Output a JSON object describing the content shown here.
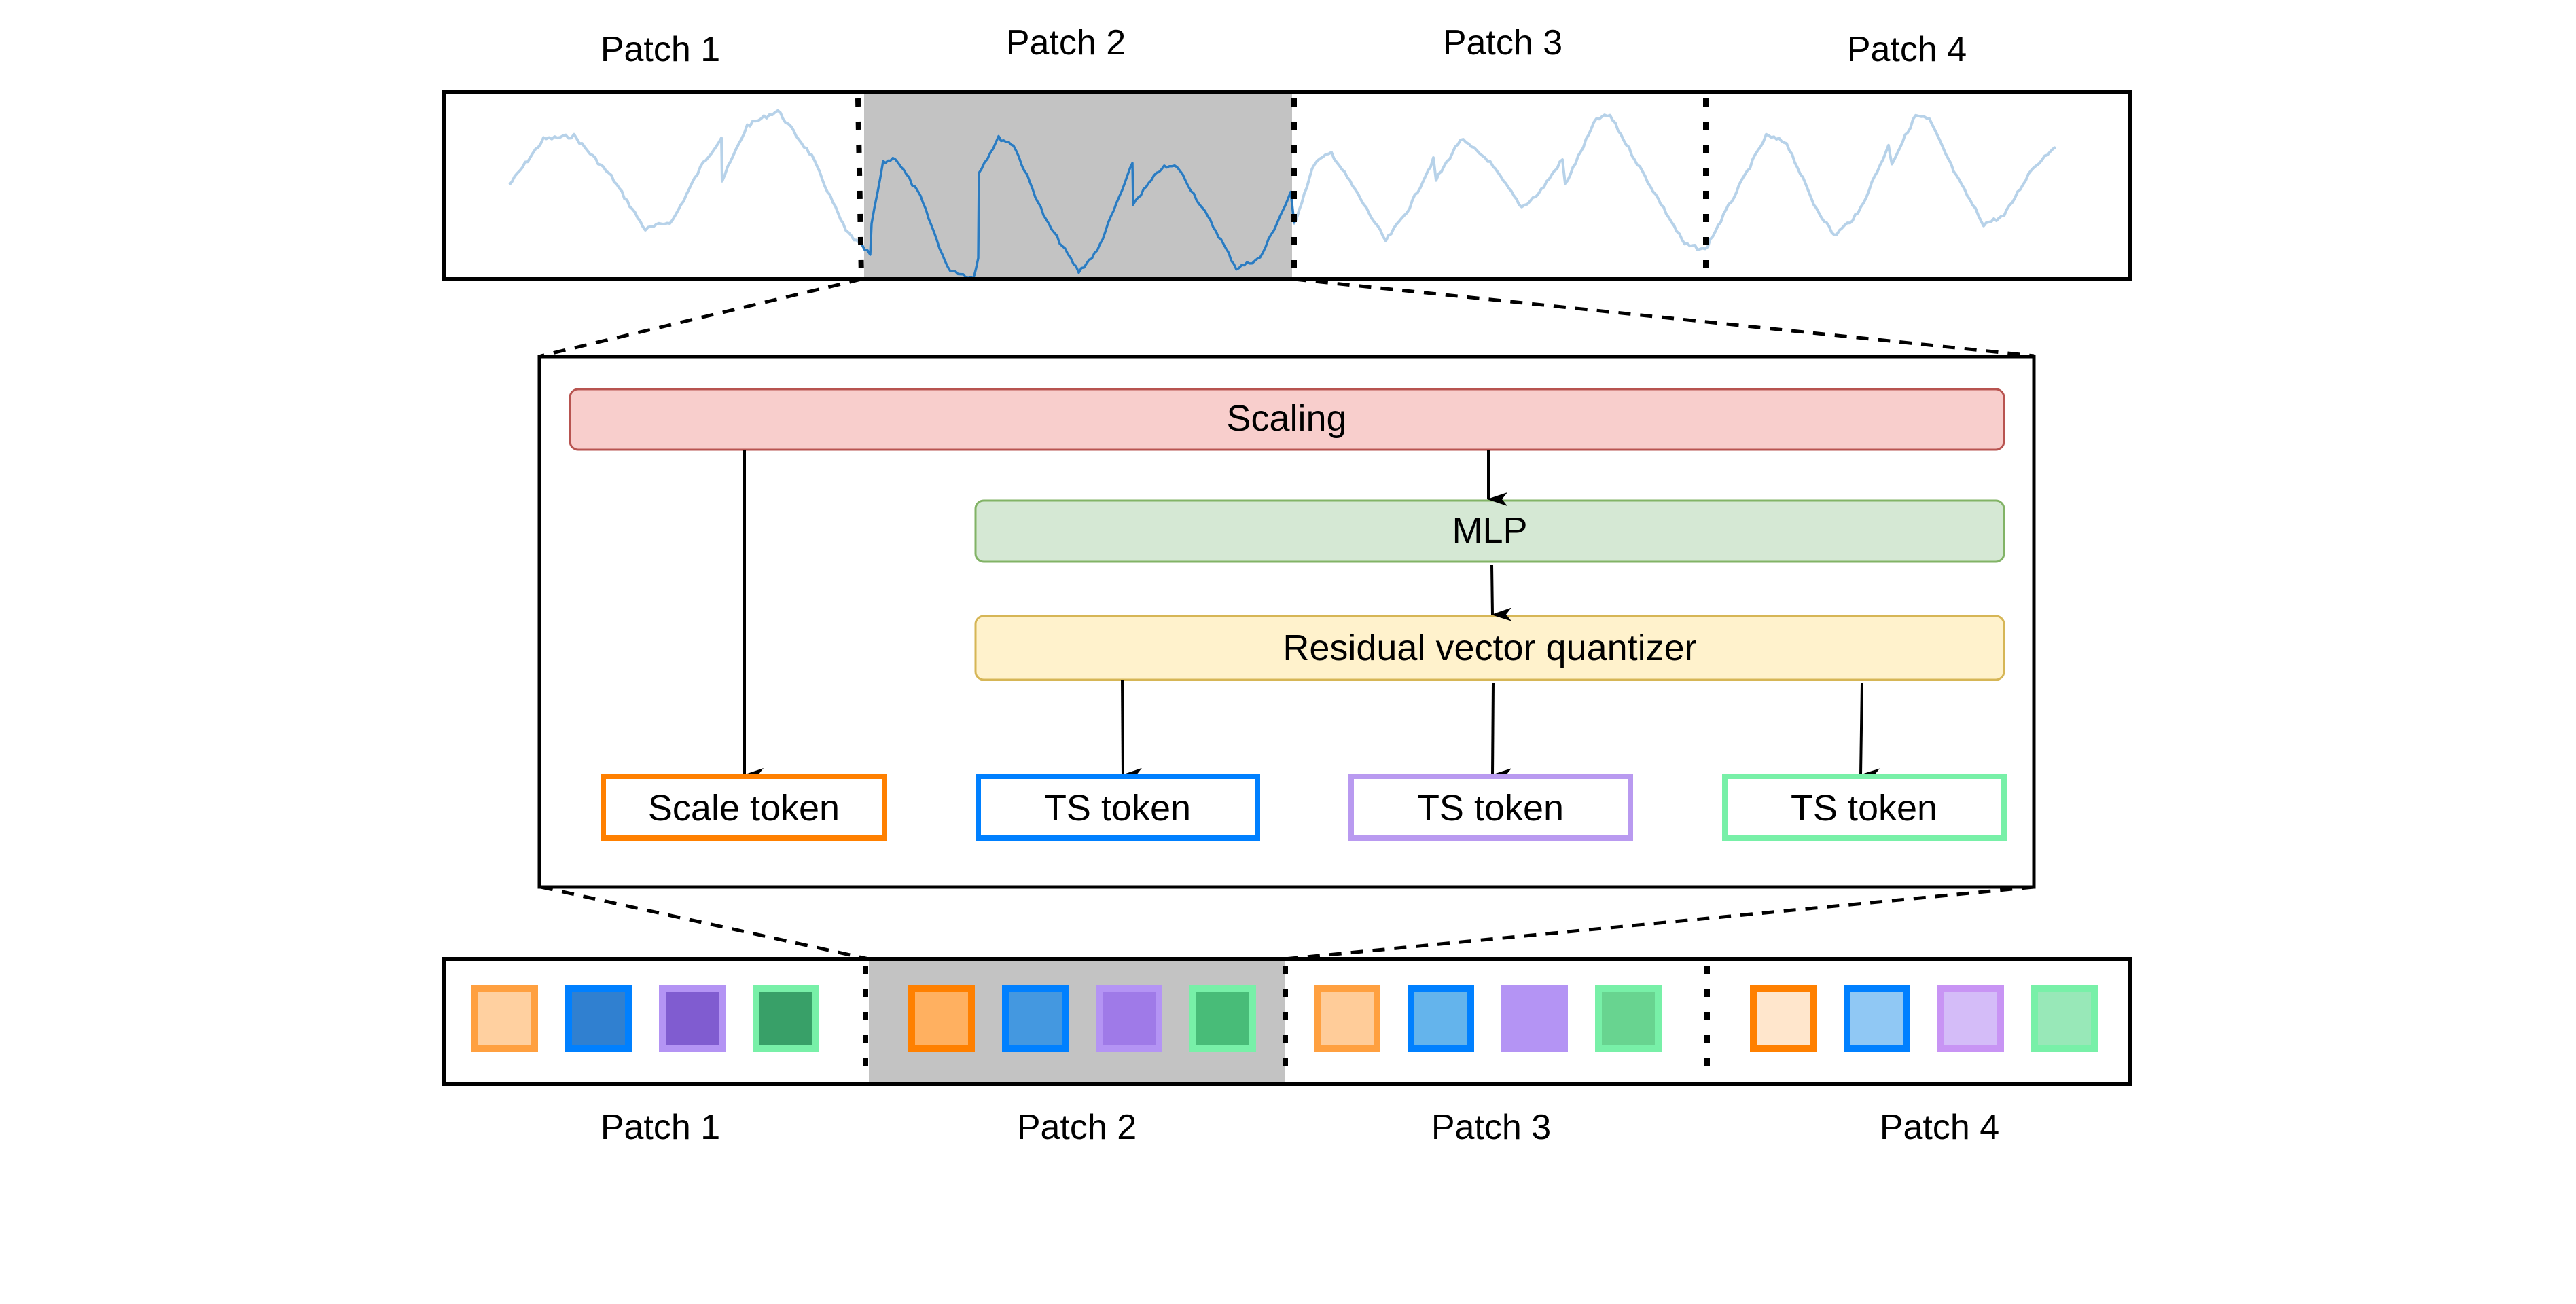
{
  "top_strip": {
    "patch_labels": [
      "Patch 1",
      "Patch 2",
      "Patch 3",
      "Patch 4"
    ],
    "highlighted_patch": 2,
    "highlight_color": "#c3c3c3",
    "wave_color_active": "#2b7bc0",
    "wave_color_faded": "#b7d2e9"
  },
  "tokenizer": {
    "stages": {
      "scaling": {
        "label": "Scaling",
        "fill": "#f8cecc",
        "stroke": "#b85450"
      },
      "mlp": {
        "label": "MLP",
        "fill": "#d5e8d4",
        "stroke": "#82b366"
      },
      "rvq": {
        "label": "Residual vector quantizer",
        "fill": "#fff2cc",
        "stroke": "#d6b656"
      }
    },
    "tokens": [
      {
        "label": "Scale token",
        "color": "#ff8000"
      },
      {
        "label": "TS token",
        "color": "#0080ff"
      },
      {
        "label": "TS token",
        "color": "#b99af0"
      },
      {
        "label": "TS token",
        "color": "#78f0a8"
      }
    ]
  },
  "bottom_strip": {
    "patch_labels": [
      "Patch 1",
      "Patch 2",
      "Patch 3",
      "Patch 4"
    ],
    "highlighted_patch": 2,
    "patches": [
      {
        "tokens": [
          {
            "border": "#ffa040",
            "fill": "#ffd0a0"
          },
          {
            "border": "#0080ff",
            "fill": "#3080d0"
          },
          {
            "border": "#b494f4",
            "fill": "#805cd0"
          },
          {
            "border": "#78f0a8",
            "fill": "#38a068"
          }
        ]
      },
      {
        "tokens": [
          {
            "border": "#ff8000",
            "fill": "#ffb060"
          },
          {
            "border": "#0080ff",
            "fill": "#4498e0"
          },
          {
            "border": "#b494f4",
            "fill": "#9f7ae8"
          },
          {
            "border": "#78f0a8",
            "fill": "#48bc78"
          }
        ]
      },
      {
        "tokens": [
          {
            "border": "#ffa040",
            "fill": "#ffcc99"
          },
          {
            "border": "#0080ff",
            "fill": "#64b4ec"
          },
          {
            "border": "#b494f4",
            "fill": "#b494f4"
          },
          {
            "border": "#78f0a8",
            "fill": "#68d490"
          }
        ]
      },
      {
        "tokens": [
          {
            "border": "#ff8000",
            "fill": "#ffe6cc"
          },
          {
            "border": "#0080ff",
            "fill": "#90c8f4"
          },
          {
            "border": "#c894f4",
            "fill": "#d4bcf8"
          },
          {
            "border": "#78f0a8",
            "fill": "#98e8b8"
          }
        ]
      }
    ]
  }
}
